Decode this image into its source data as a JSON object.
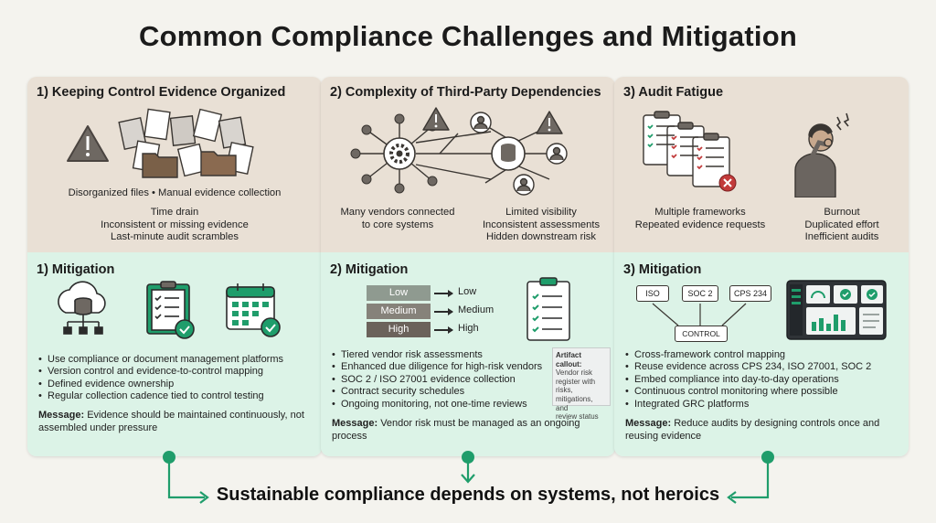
{
  "title": "Common Compliance Challenges and Mitigation",
  "colors": {
    "challenge_bg": "#e9e0d5",
    "mitigation_bg": "#dcf3e7",
    "accent_green": "#1f9d6b",
    "warning_gray": "#6e6862"
  },
  "columns": [
    {
      "challenge_title": "1) Keeping Control Evidence Organized",
      "challenge_icons": [
        "warning-icon",
        "scattered-documents-icon",
        "folder-icon"
      ],
      "challenge_caption": "Disorganized files • Manual evidence collection",
      "challenge_points": [
        "Time drain",
        "Inconsistent or missing evidence",
        "Last-minute audit scrambles"
      ],
      "mitigation_title": "1) Mitigation",
      "mitigation_icons": [
        "cloud-database-icon",
        "checklist-clipboard-icon",
        "calendar-check-icon"
      ],
      "mitigation_bullets": [
        "Use compliance or document management platforms",
        "Version control and evidence-to-control mapping",
        "Defined evidence ownership",
        "Regular collection cadence tied to control testing"
      ],
      "message_label": "Message:",
      "message_text": "Evidence should be maintained continuously, not assembled under pressure"
    },
    {
      "challenge_title": "2) Complexity of Third-Party Dependencies",
      "challenge_icons": [
        "vendor-network-icon",
        "gear-icon",
        "database-icon",
        "user-icon",
        "warning-icon"
      ],
      "challenge_left_caption": [
        "Many vendors connected",
        "to core systems"
      ],
      "challenge_right_caption": [
        "Limited visibility",
        "Inconsistent assessments",
        "Hidden downstream risk"
      ],
      "mitigation_title": "2) Mitigation",
      "risk_tiers": [
        "Low",
        "Medium",
        "High"
      ],
      "risk_tier_colors": [
        "#8f9a90",
        "#86827a",
        "#6b625b"
      ],
      "mitigation_bullets": [
        "Tiered vendor risk assessments",
        "Enhanced due diligence for high-risk vendors",
        "SOC 2 / ISO 27001 evidence collection",
        "Contract security schedules",
        "Ongoing monitoring, not one-time reviews"
      ],
      "callout_title": "Artifact callout:",
      "callout_lines": [
        "Vendor risk",
        "register with",
        "risks,",
        "mitigations, and",
        "review status"
      ],
      "message_label": "Message:",
      "message_text": "Vendor risk must be managed as an ongoing process"
    },
    {
      "challenge_title": "3) Audit Fatigue",
      "challenge_icons": [
        "stacked-checklists-icon",
        "reject-icon",
        "stressed-person-icon",
        "headache-icon"
      ],
      "challenge_left_caption": [
        "Multiple frameworks",
        "Repeated evidence requests"
      ],
      "challenge_right_caption": [
        "Burnout",
        "Duplicated effort",
        "Inefficient audits"
      ],
      "mitigation_title": "3) Mitigation",
      "frameworks": [
        "ISO",
        "SOC 2",
        "CPS 234"
      ],
      "control_label": "CONTROL",
      "mitigation_bullets": [
        "Cross-framework control mapping",
        "Reuse evidence across CPS 234, ISO 27001, SOC 2",
        "Embed compliance into day-to-day operations",
        "Continuous control monitoring where possible",
        "Integrated GRC platforms"
      ],
      "message_label": "Message:",
      "message_text": "Reduce audits by designing controls once and reusing evidence"
    }
  ],
  "footer": "Sustainable compliance depends on systems, not heroics"
}
